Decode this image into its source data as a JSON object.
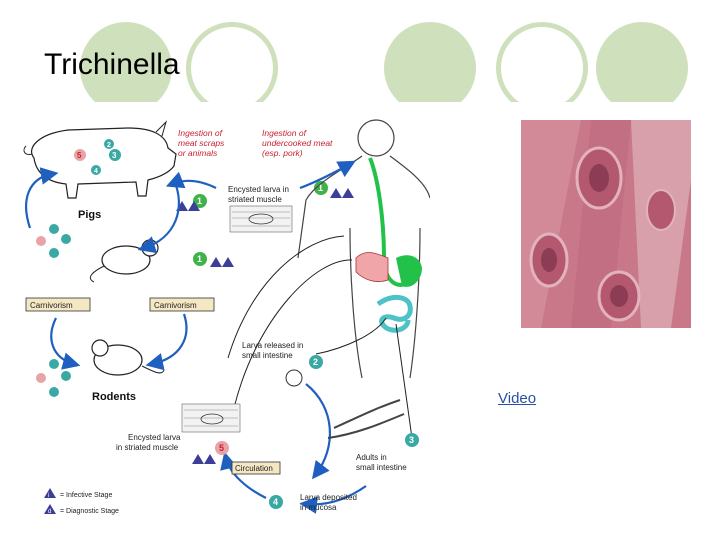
{
  "slide": {
    "title": "Trichinella",
    "video_link": "Video"
  },
  "diagram": {
    "hosts": {
      "pigs": "Pigs",
      "rodents": "Rodents"
    },
    "labels": {
      "ingest_scraps_1": "Ingestion of",
      "ingest_scraps_2": "meat scraps",
      "ingest_scraps_3": "or animals",
      "ingest_pork_1": "Ingestion of",
      "ingest_pork_2": "undercooked meat",
      "ingest_pork_3": "(esp. pork)",
      "encysted_1": "Encysted larva in",
      "encysted_2": "striated muscle",
      "carnivorism": "Carnivorism",
      "larva_released_1": "Larva released in",
      "larva_released_2": "small intestine",
      "adults_1": "Adults in",
      "adults_2": "small intestine",
      "encysted_b1": "Encysted larva",
      "encysted_b2": "in striated muscle",
      "circulation": "Circulation",
      "deposited_1": "Larva deposited",
      "deposited_2": "in mucosa",
      "legend_infective": "= Infective Stage",
      "legend_diagnostic": "= Diagnostic Stage"
    },
    "stage_numbers": [
      "1",
      "2",
      "3",
      "4",
      "5"
    ],
    "legend_marks": {
      "infective": "i",
      "diagnostic": "d"
    },
    "colors": {
      "arrow": "#1f5fbf",
      "stage_green": "#3fb24a",
      "stage_teal": "#3aa8a4",
      "stage_pink": "#e7a3a6",
      "red_text": "#c8202f",
      "gut_green": "#22c24a",
      "gut_teal": "#4ec2c6"
    }
  }
}
